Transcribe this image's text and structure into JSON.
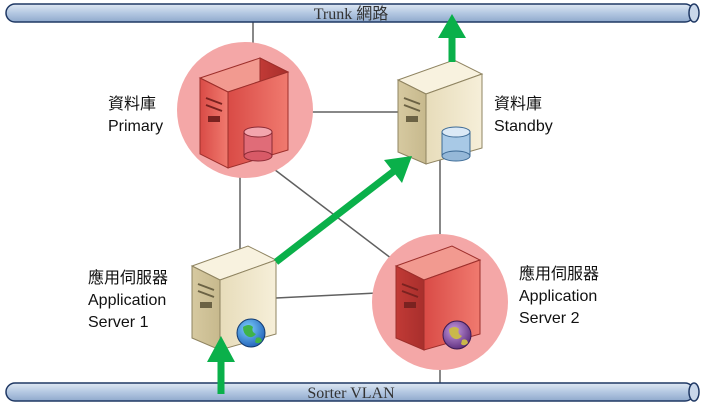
{
  "trunk_bus": {
    "label": "Trunk 網路"
  },
  "sorter_bus": {
    "label": "Sorter VLAN"
  },
  "nodes": {
    "db_primary": {
      "title": "資料庫",
      "subtitle": "Primary",
      "role": "database",
      "state": "active",
      "highlight": true
    },
    "db_standby": {
      "title": "資料庫",
      "subtitle": "Standby",
      "role": "database",
      "state": "standby",
      "highlight": false
    },
    "app_server_1": {
      "title": "應用伺服器",
      "line2": "Application",
      "line3": "Server 1",
      "role": "application-server",
      "state": "standby",
      "highlight": false
    },
    "app_server_2": {
      "title": "應用伺服器",
      "line2": "Application",
      "line3": "Server 2",
      "role": "application-server",
      "state": "active",
      "highlight": true
    }
  },
  "colors": {
    "bus_fill": "#b8cce4",
    "bus_stroke": "#1f3864",
    "highlight_halo": "#f4a7a7",
    "active_server": "#e8605a",
    "standby_server": "#ece3c4",
    "arrow": "#0ab04a",
    "connector": "#606060"
  },
  "icons": {
    "server": "tower-server-icon",
    "database": "database-cylinder-icon",
    "globe": "globe-icon",
    "arrow": "green-arrow"
  }
}
